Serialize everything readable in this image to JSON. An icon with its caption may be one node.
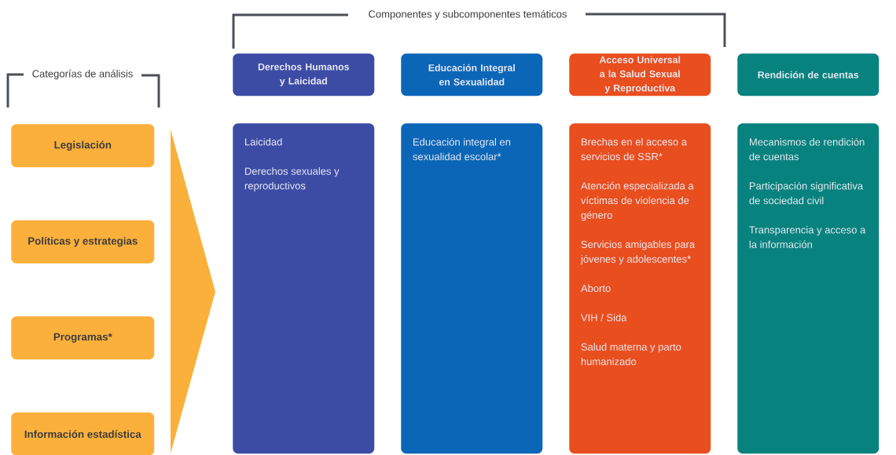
{
  "diagram": {
    "nodes": [
      {
        "text": [
          "Legislación"
        ]
      },
      {
        "text": [
          "Políticas y estrategias"
        ]
      },
      {
        "text": [
          "Programas*"
        ]
      },
      {
        "text": [
          "Información estadística"
        ]
      },
      {
        "text": [
          "Derechos Humanos y Laicidad"
        ]
      },
      {
        "text": [
          "Educación Integral en Sexualidad"
        ]
      },
      {
        "text": [
          "Acceso Universal a la Salud Sexual y Reproductiva"
        ]
      },
      {
        "text": [
          "Rendición de cuentas"
        ]
      },
      {
        "text": [
          "Laicidad",
          "Derechos sexuales y reproductivos"
        ]
      },
      {
        "text": [
          "Educación integral en sexualidad escolar*"
        ]
      },
      {
        "text": [
          "Brechas en el acceso a servicios de SSR*",
          "Atención especializada a víctimas de violencia de género",
          "Servicios amigables para jóvenes y adolescentes*",
          "Aborto",
          "VIH / Sida",
          "Salud materna y parto humanizado"
        ]
      },
      {
        "text": [
          "Mecanismos de rendición de cuentas",
          "Participación significativa de sociedad civil",
          "Transparencia y acceso a la información"
        ]
      }
    ],
    "edges": [],
    "labels": [
      "Componentes y subcomponentes temáticos",
      "Categorías de análisis"
    ]
  }
}
